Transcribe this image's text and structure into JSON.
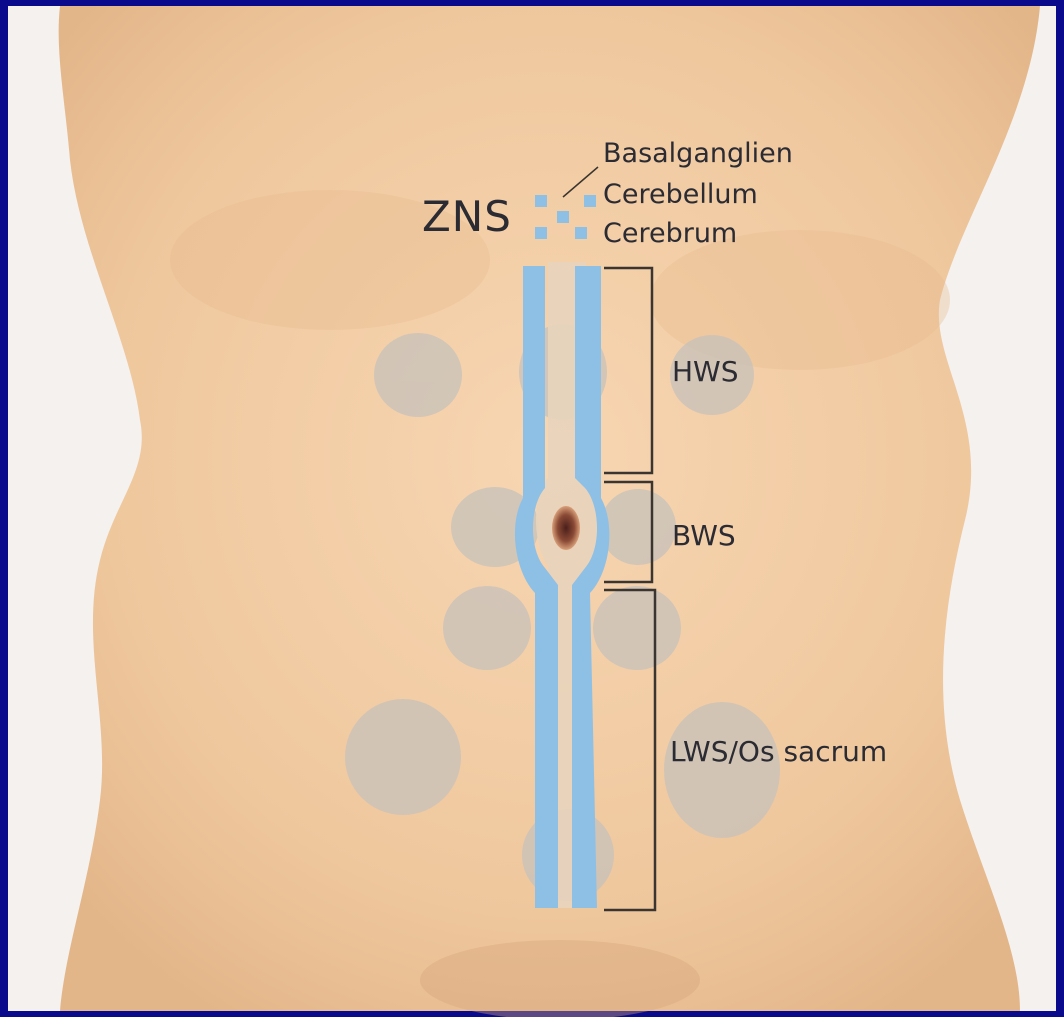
{
  "colors": {
    "frame": "#0a0a8c",
    "skin": "#f0c9a0",
    "nerve": "#8ec0e6",
    "zone": "#c7c2bb",
    "bracket": "#3a3530",
    "text": "#2b2b33"
  },
  "labels": {
    "zns": "ZNS",
    "basalganglien": "Basalganglien",
    "cerebellum": "Cerebellum",
    "cerebrum": "Cerebrum",
    "hws": "HWS",
    "bws": "BWS",
    "lws": "LWS/Os sacrum"
  }
}
